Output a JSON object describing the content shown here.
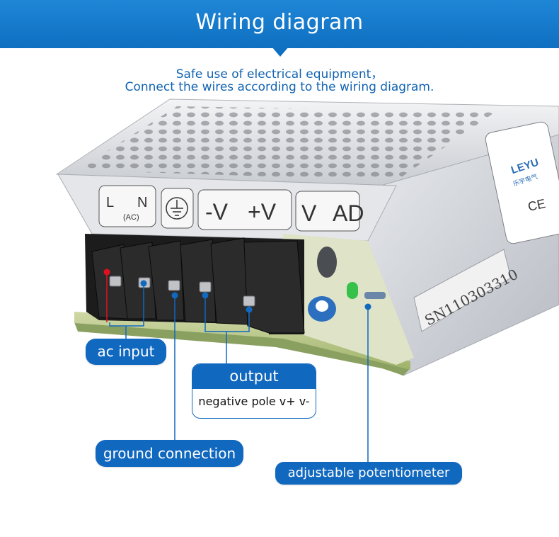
{
  "header": {
    "title": "Wiring diagram"
  },
  "intro": {
    "line1": "Safe use of electrical equipment，",
    "line2": "Connect the wires according to the wiring diagram."
  },
  "device": {
    "terminal_labels": [
      "L",
      "N",
      "(AC)",
      "-V",
      "+V",
      "V",
      "AD"
    ],
    "brand": "LEYU",
    "brand_sub": "乐宇电气",
    "ce_mark": "CE",
    "serial": "SN110303310"
  },
  "callouts": {
    "ac_input": "ac input",
    "output_title": "output",
    "output_desc": "negative pole v+ v-",
    "ground": "ground connection",
    "potentiometer": "adjustable potentiometer"
  },
  "colors": {
    "accent": "#1168bf",
    "banner": "#1677cc",
    "live_marker": "#e0101e",
    "marker": "#1168bf"
  }
}
